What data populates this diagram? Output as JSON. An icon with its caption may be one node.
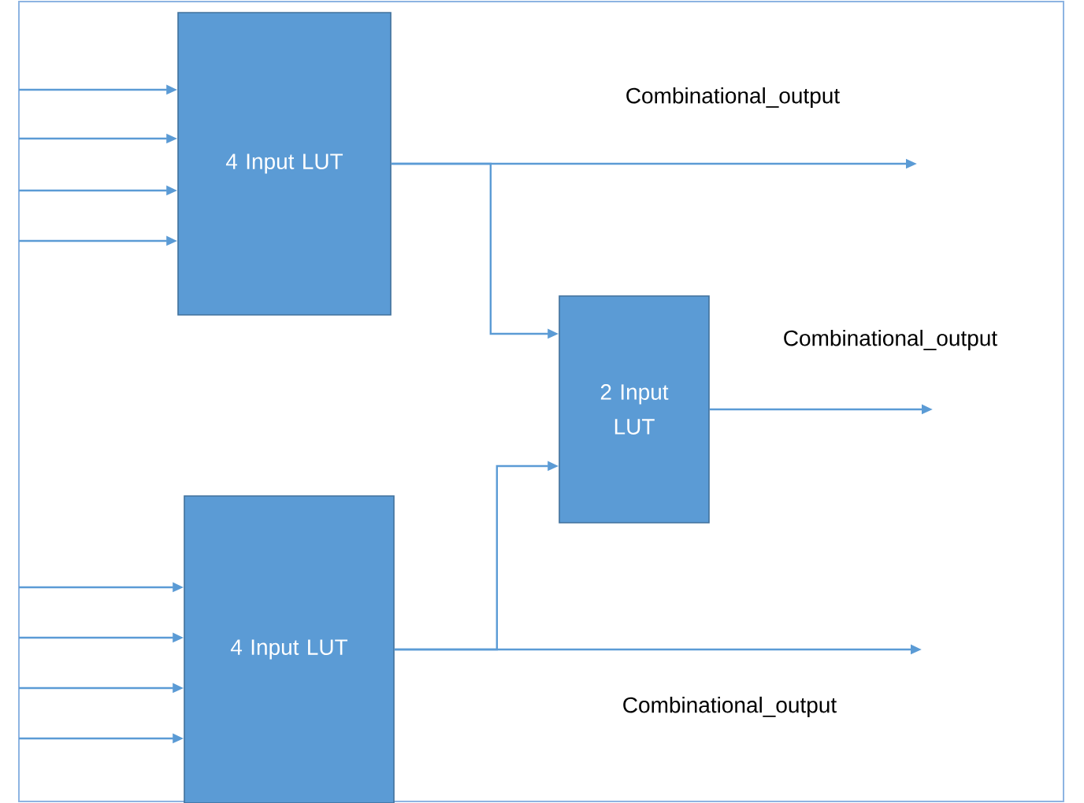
{
  "diagram": {
    "nodes": [
      {
        "text": [
          "4 Input LUT"
        ]
      },
      {
        "text": [
          "2 Input LUT"
        ]
      },
      {
        "text": [
          "4 Input LUT"
        ]
      }
    ],
    "edges": [
      {
        "from": null,
        "to": 0,
        "arrow": "to"
      },
      {
        "from": null,
        "to": 0,
        "arrow": "to"
      },
      {
        "from": null,
        "to": 0,
        "arrow": "to"
      },
      {
        "from": null,
        "to": 0,
        "arrow": "to"
      },
      {
        "from": null,
        "to": 2,
        "arrow": "to"
      },
      {
        "from": null,
        "to": 2,
        "arrow": "to"
      },
      {
        "from": null,
        "to": 2,
        "arrow": "to"
      },
      {
        "from": null,
        "to": 2,
        "arrow": "to"
      },
      {
        "from": 0,
        "to": null,
        "arrow": "to",
        "label": "Combinational_output"
      },
      {
        "from": 0,
        "to": 1,
        "arrow": "to"
      },
      {
        "from": 1,
        "to": null,
        "arrow": "to",
        "label": "Combinational_output"
      },
      {
        "from": 2,
        "to": 1,
        "arrow": "to"
      },
      {
        "from": 2,
        "to": null,
        "arrow": "to",
        "label": "Combinational_output"
      }
    ]
  }
}
